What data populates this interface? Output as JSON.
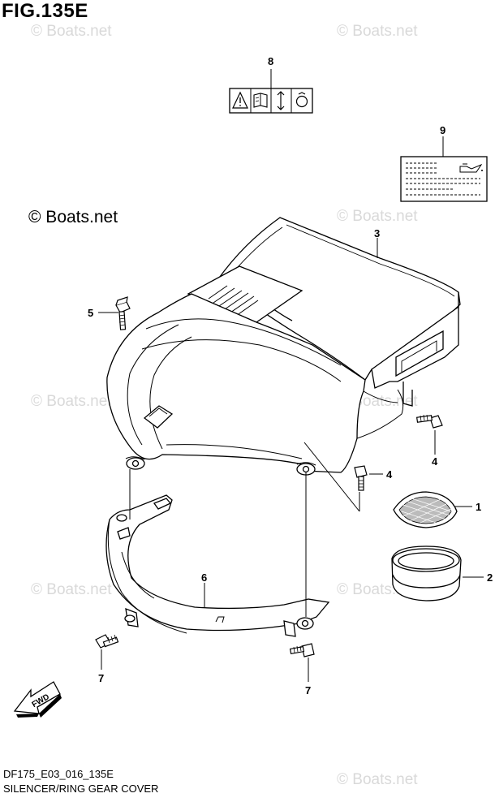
{
  "figure": {
    "title": "FIG.135E"
  },
  "watermark": {
    "text": "© Boats.net"
  },
  "copyright": {
    "text": "© Boats.net"
  },
  "footer": {
    "code": "DF175_E03_016_135E",
    "name": "SILENCER/RING GEAR COVER"
  },
  "arrow": {
    "label": "FWD"
  },
  "callouts": [
    "8",
    "9",
    "3",
    "5",
    "4",
    "4",
    "1",
    "2",
    "6",
    "7",
    "7"
  ]
}
